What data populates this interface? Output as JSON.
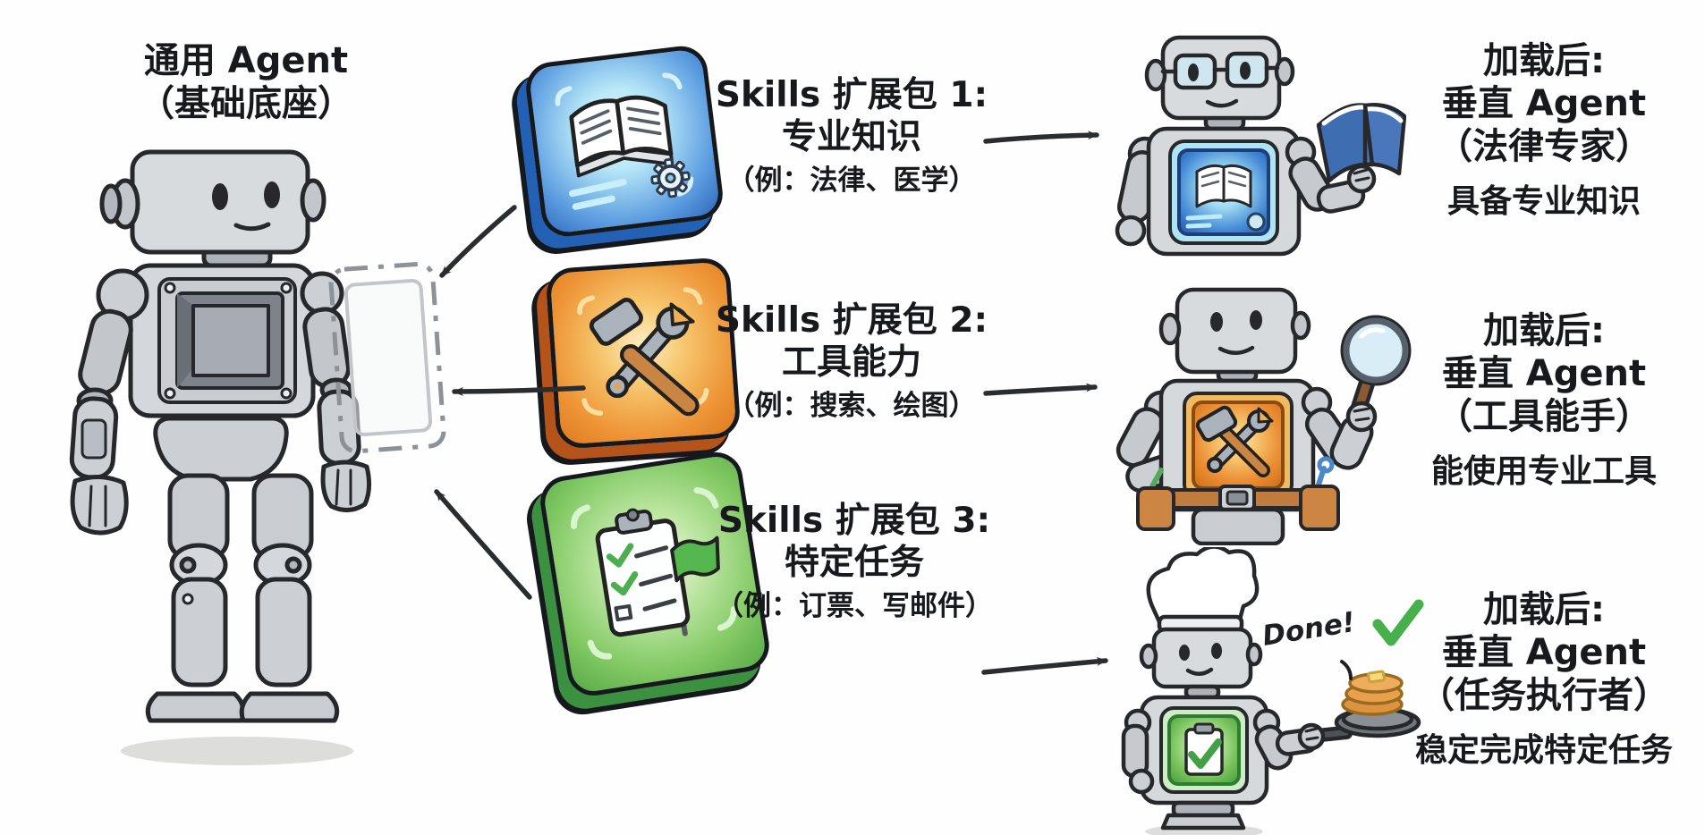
{
  "base_agent": {
    "title_line1": "通用 Agent",
    "title_line2": "（基础底座）"
  },
  "skill_packs": [
    {
      "title": "Skills 扩展包 1:",
      "name": "专业知识",
      "examples": "（例：法律、医学）",
      "icon": "book-gear-icon",
      "accent": "#3b82d4"
    },
    {
      "title": "Skills 扩展包 2:",
      "name": "工具能力",
      "examples": "（例：搜索、绘图）",
      "icon": "hammer-wrench-icon",
      "accent": "#e8862e"
    },
    {
      "title": "Skills 扩展包 3:",
      "name": "特定任务",
      "examples": "（例：订票、写邮件）",
      "icon": "clipboard-flag-icon",
      "accent": "#5cb653"
    }
  ],
  "vertical_agents": [
    {
      "loaded": "加载后:",
      "type": "垂直 Agent",
      "role": "（法律专家）",
      "capability": "具备专业知识"
    },
    {
      "loaded": "加载后:",
      "type": "垂直 Agent",
      "role": "（工具能手）",
      "capability": "能使用专业工具"
    },
    {
      "loaded": "加载后:",
      "type": "垂直 Agent",
      "role": "（任务执行者）",
      "capability": "稳定完成特定任务"
    }
  ],
  "annotations": {
    "done": "Done!",
    "done_check_color": "#45b04c"
  }
}
